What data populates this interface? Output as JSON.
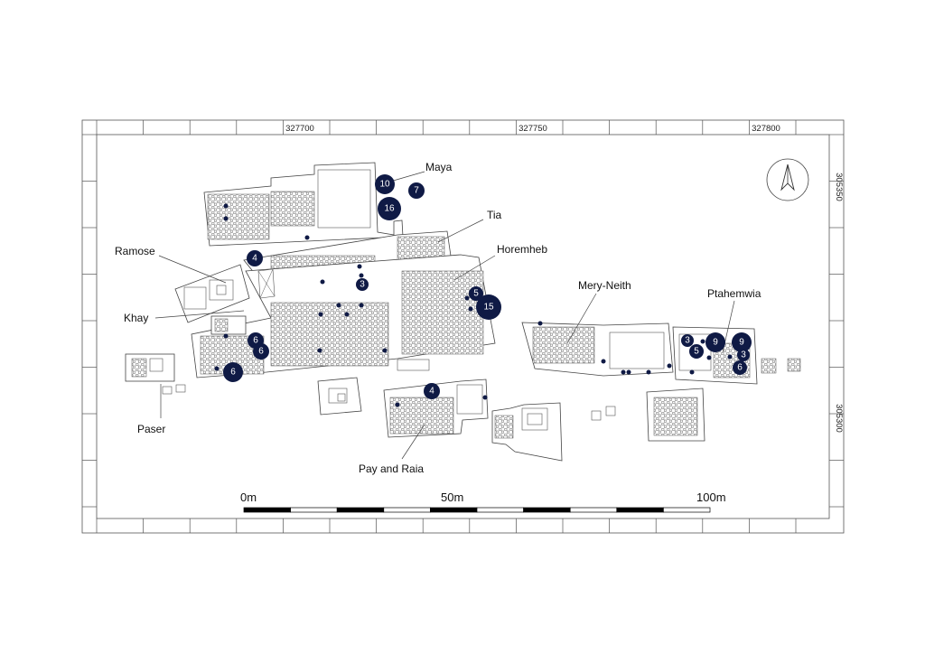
{
  "coordinates": {
    "top": [
      "327700",
      "327750",
      "327800"
    ],
    "right": [
      "305350",
      "305300"
    ]
  },
  "scale_bar": {
    "labels": [
      "0m",
      "50m",
      "100m"
    ]
  },
  "north_arrow": {
    "icon": "north-arrow-icon"
  },
  "colors": {
    "marker": "#0f1a45",
    "line": "#444444"
  },
  "tombs": [
    {
      "name": "Maya"
    },
    {
      "name": "Tia"
    },
    {
      "name": "Ramose"
    },
    {
      "name": "Horemheb"
    },
    {
      "name": "Khay"
    },
    {
      "name": "Mery-Neith"
    },
    {
      "name": "Ptahemwia"
    },
    {
      "name": "Paser"
    },
    {
      "name": "Pay and Raia"
    }
  ],
  "markers": [
    {
      "count": "10"
    },
    {
      "count": "7"
    },
    {
      "count": "16"
    },
    {
      "count": "4"
    },
    {
      "count": "3"
    },
    {
      "count": "5"
    },
    {
      "count": "15"
    },
    {
      "count": "6"
    },
    {
      "count": "6"
    },
    {
      "count": "6"
    },
    {
      "count": "4"
    },
    {
      "count": "3"
    },
    {
      "count": "9"
    },
    {
      "count": "9"
    },
    {
      "count": "5"
    },
    {
      "count": "3"
    },
    {
      "count": "6"
    }
  ]
}
